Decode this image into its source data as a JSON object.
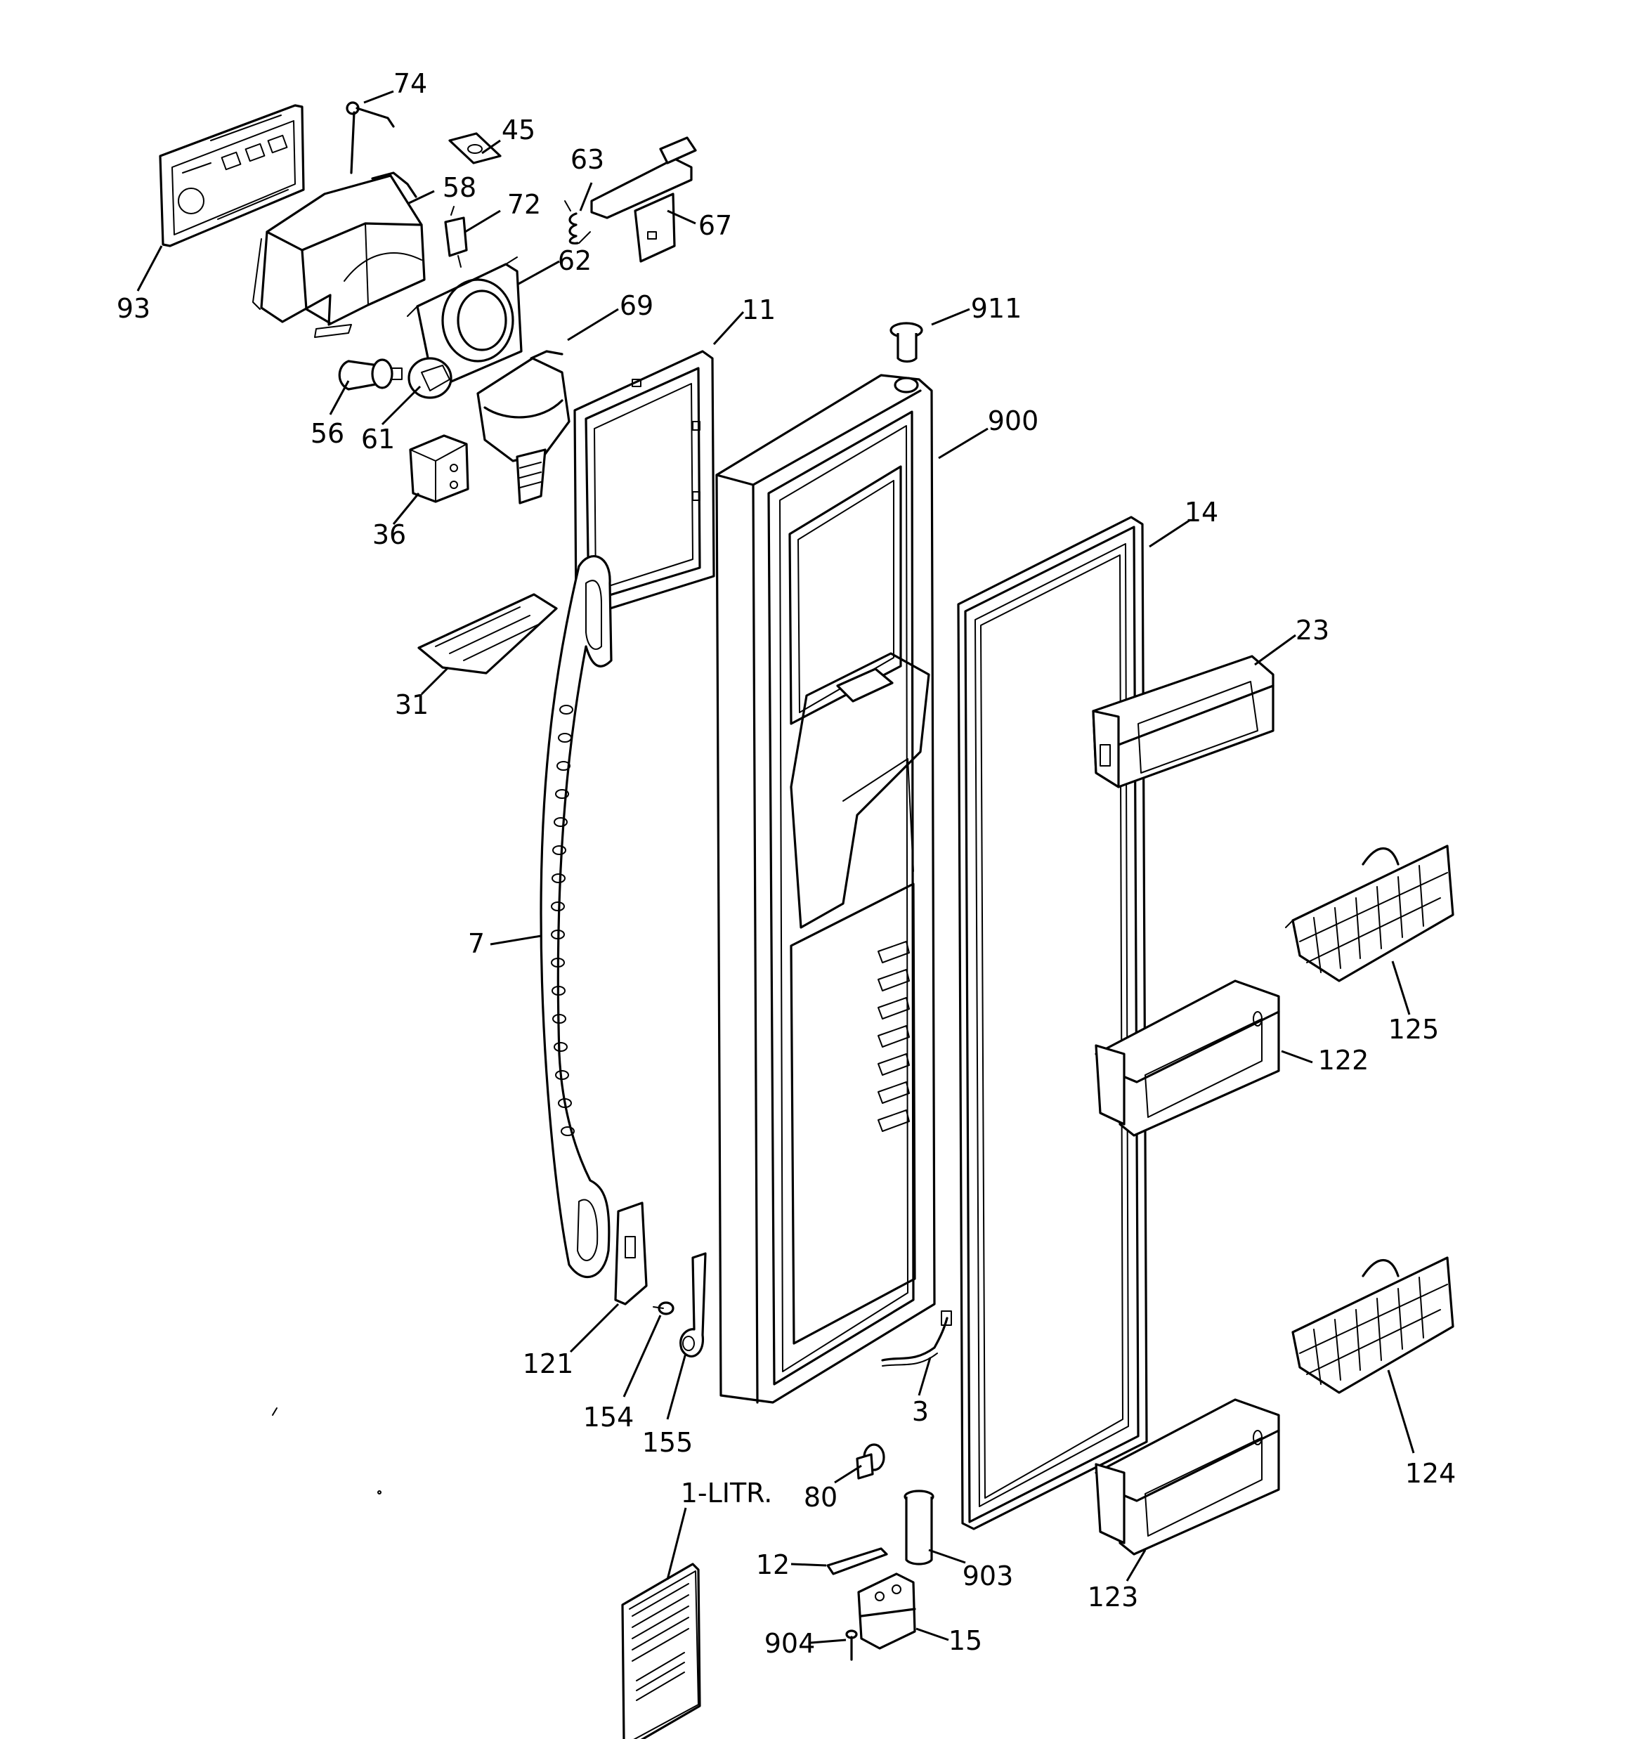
{
  "callouts": [
    {
      "id": "74",
      "label": "74"
    },
    {
      "id": "45",
      "label": "45"
    },
    {
      "id": "63",
      "label": "63"
    },
    {
      "id": "58",
      "label": "58"
    },
    {
      "id": "72",
      "label": "72"
    },
    {
      "id": "67",
      "label": "67"
    },
    {
      "id": "93",
      "label": "93"
    },
    {
      "id": "62",
      "label": "62"
    },
    {
      "id": "69",
      "label": "69"
    },
    {
      "id": "11",
      "label": "11"
    },
    {
      "id": "911",
      "label": "911"
    },
    {
      "id": "56",
      "label": "56"
    },
    {
      "id": "61",
      "label": "61"
    },
    {
      "id": "900",
      "label": "900"
    },
    {
      "id": "36",
      "label": "36"
    },
    {
      "id": "14",
      "label": "14"
    },
    {
      "id": "23",
      "label": "23"
    },
    {
      "id": "31",
      "label": "31"
    },
    {
      "id": "7",
      "label": "7"
    },
    {
      "id": "125",
      "label": "125"
    },
    {
      "id": "122",
      "label": "122"
    },
    {
      "id": "121",
      "label": "121"
    },
    {
      "id": "3",
      "label": "3"
    },
    {
      "id": "154",
      "label": "154"
    },
    {
      "id": "155",
      "label": "155"
    },
    {
      "id": "124",
      "label": "124"
    },
    {
      "id": "1-LITR.",
      "label": "1-LITR."
    },
    {
      "id": "80",
      "label": "80"
    },
    {
      "id": "12",
      "label": "12"
    },
    {
      "id": "903",
      "label": "903"
    },
    {
      "id": "123",
      "label": "123"
    },
    {
      "id": "904",
      "label": "904"
    },
    {
      "id": "15",
      "label": "15"
    }
  ]
}
